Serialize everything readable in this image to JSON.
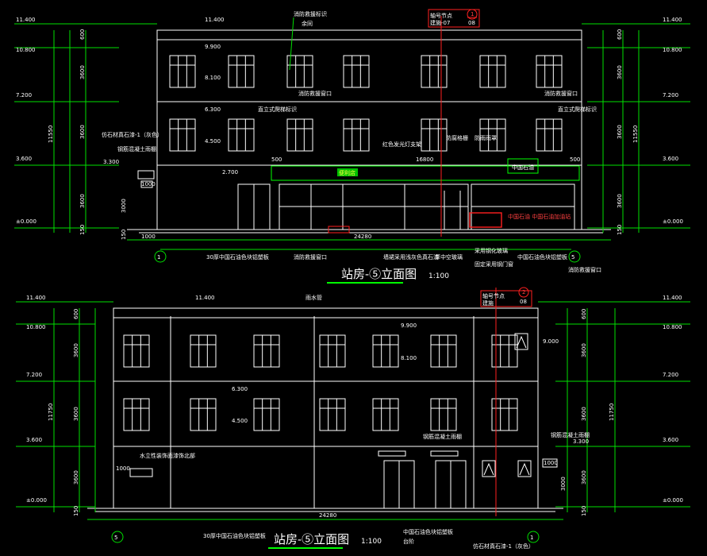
{
  "colors": {
    "background": "#000000",
    "lines": "#ffffff",
    "dimension": "#00e000",
    "label": "#ffff40",
    "section": "#ff2020"
  },
  "top": {
    "title": "站房-⑤立面图",
    "scale": "1:100",
    "labels": {
      "fire_sign": "消防救援标识",
      "fire_sign_2": "余同",
      "sec_ref": "轴号节点",
      "sec_code": "建施-07",
      "sec_num": "1",
      "sec_sheet": "08",
      "fire_window_1": "消防救援窗口",
      "fire_window_2": "消防救援窗口",
      "mark_a": "直立式爬梯标识",
      "mark_b": "直立式爬梯标识",
      "mark_c": "红色发光灯支架",
      "mark_d": "防雨雨罩",
      "mark_e": "防腐格栅",
      "left_note_1": "仿石材真石漆-1（灰色）",
      "left_note_2": "钢筋混凝土雨棚",
      "sign_text": "便利店",
      "brand_text": "中国石油",
      "bottom_note_1": "30厚中国石油色块铝塑板",
      "bottom_note_2": "消防救援窗口",
      "bottom_note_3": "墙裙采用浅灰色真石漆",
      "bottom_note_4": "厚中空玻璃",
      "bottom_note_5": "采用钢化玻璃",
      "bottom_note_6": "固定采用钢门窗",
      "bottom_note_7": "中国石油色块铝塑板",
      "bottom_note_8": "消防救援窗口",
      "red_note": "中国石油 中国石油加油站"
    },
    "elevations": {
      "left": [
        "11.400",
        "10.800",
        "7.200",
        "3.600",
        "±0.000"
      ],
      "right": [
        "11.400",
        "10.800",
        "7.200",
        "3.600",
        "±0.000"
      ],
      "inner": [
        "11.400",
        "9.900",
        "8.100",
        "6.300",
        "4.500",
        "3.300",
        "2.700"
      ]
    },
    "dims": {
      "left_outer": [
        "600",
        "3600",
        "3600",
        "3600",
        "150"
      ],
      "left_total": "11550",
      "right_outer": [
        "600",
        "3600",
        "3600",
        "3600",
        "150"
      ],
      "right_total": "11550",
      "bottom_total": "24280",
      "bottom_left": "1000",
      "bottom_offset": "150",
      "canopy": "1000",
      "canopy_h": "3000",
      "sign_w": "500",
      "sign_len": "16800",
      "sign_w2": "500"
    },
    "axis_left": "1",
    "axis_right": "5"
  },
  "bottom": {
    "title": "站房-⑤立面图",
    "scale": "1:100",
    "labels": {
      "rain_pipe": "雨水管",
      "sec_ref": "轴号节点",
      "sec_code": "建施",
      "sec_num": "2",
      "sec_sheet": "08",
      "left_note": "水立性装饰面漆饰北部",
      "right_note_1": "钢筋混凝土雨棚",
      "right_note_2": "钢筋混凝土雨棚",
      "bottom_note_1": "30厚中国石油色块铝塑板",
      "bottom_note_2": "中国石油色块铝塑板",
      "bottom_note_3": "台阶",
      "bottom_note_4": "仿石材真石漆-1（灰色）"
    },
    "elevations": {
      "left": [
        "11.400",
        "10.800",
        "7.200",
        "3.600",
        "±0.000"
      ],
      "right": [
        "11.400",
        "10.800",
        "7.200",
        "3.600",
        "±0.000"
      ],
      "inner": [
        "11.400",
        "9.900",
        "8.100",
        "6.300",
        "4.500",
        "3.300",
        "9.000"
      ]
    },
    "dims": {
      "left_outer": [
        "600",
        "3600",
        "3600",
        "3600",
        "150"
      ],
      "left_total": "11750",
      "right_outer": [
        "600",
        "3600",
        "3600",
        "3600",
        "150"
      ],
      "right_total": "11750",
      "bottom_total": "24280",
      "door_w": "1000",
      "canopy": "1000",
      "canopy_h": "3000"
    },
    "axis_left": "5",
    "axis_right": "1"
  }
}
